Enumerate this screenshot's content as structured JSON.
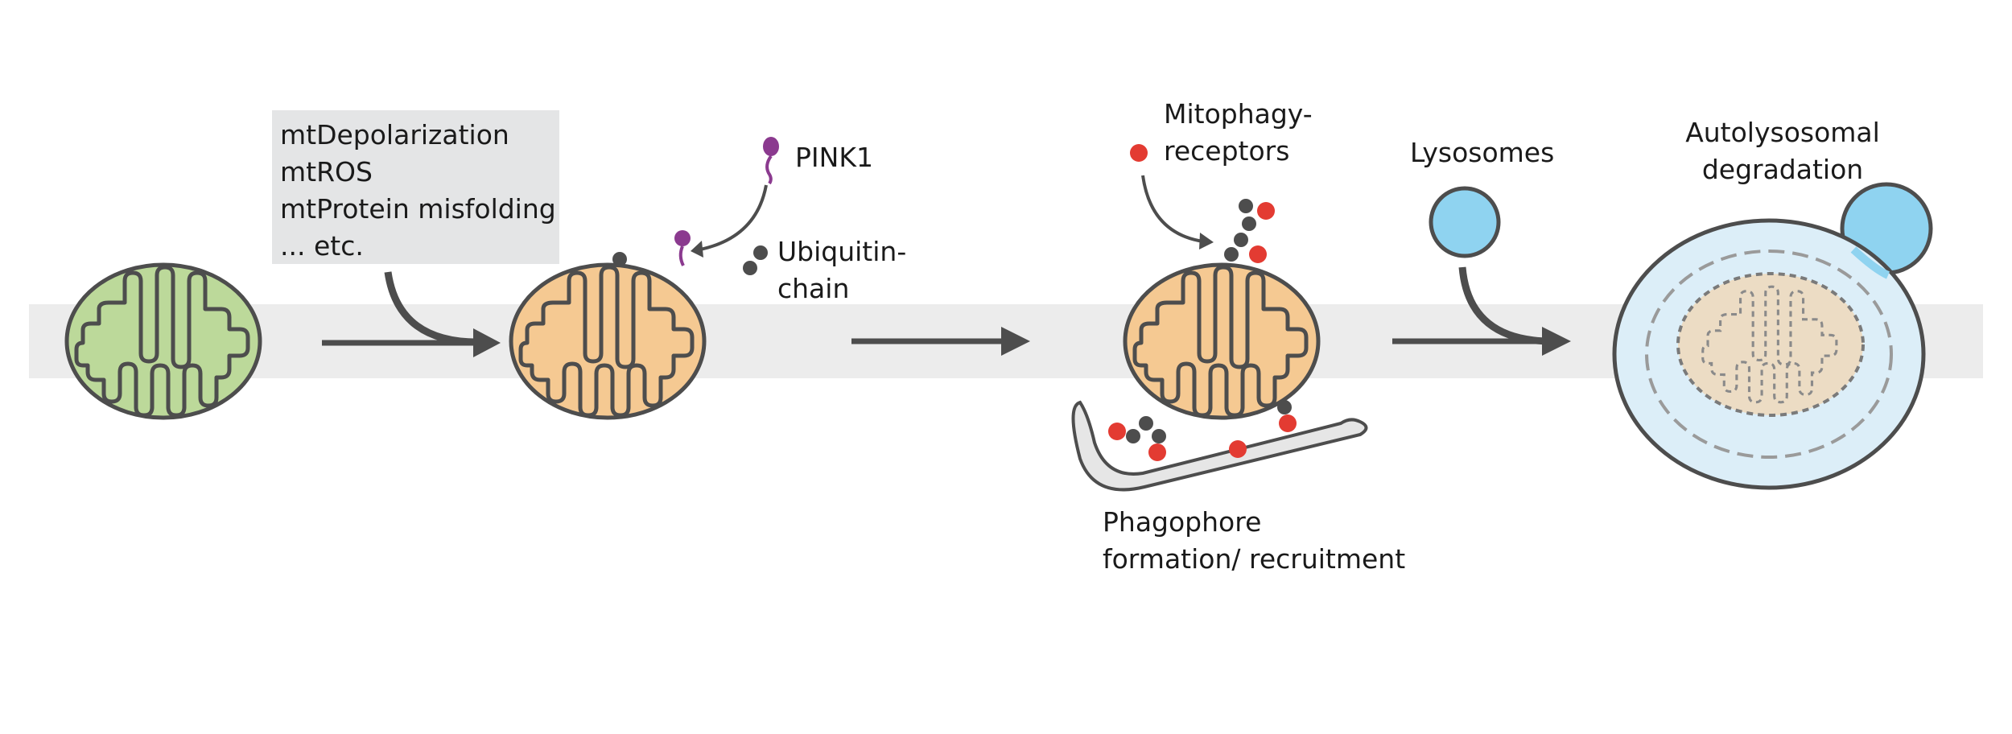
{
  "labels": {
    "stress": {
      "line1": "mtDepolarization",
      "line2": "mtROS",
      "line3": "mtProtein misfolding",
      "line4": "... etc."
    },
    "pink1": "PINK1",
    "ubiquitin": {
      "line1": "Ubiquitin-",
      "line2": "chain"
    },
    "mitophagy_receptors": {
      "line1": "Mitophagy-",
      "line2": "receptors"
    },
    "lysosomes": "Lysosomes",
    "autolysosomal": {
      "line1": "Autolysosomal",
      "line2": "degradation"
    },
    "phagophore": {
      "line1": "Phagophore",
      "line2": "formation/ recruitment"
    }
  },
  "colors": {
    "background_band": "#ececec",
    "healthy_mitochondrion": "#bcd99a",
    "damaged_mitochondrion": "#f5c992",
    "membrane_outline": "#4d4d4d",
    "pink1": "#8b3a8f",
    "ubiquitin": "#4d4d4d",
    "mitophagy_receptor": "#e33b32",
    "lysosome": "#8fd3f0",
    "autolysosome": "#dceef8",
    "phagophore": "#e6e6e6",
    "arrow": "#4d4d4d"
  }
}
